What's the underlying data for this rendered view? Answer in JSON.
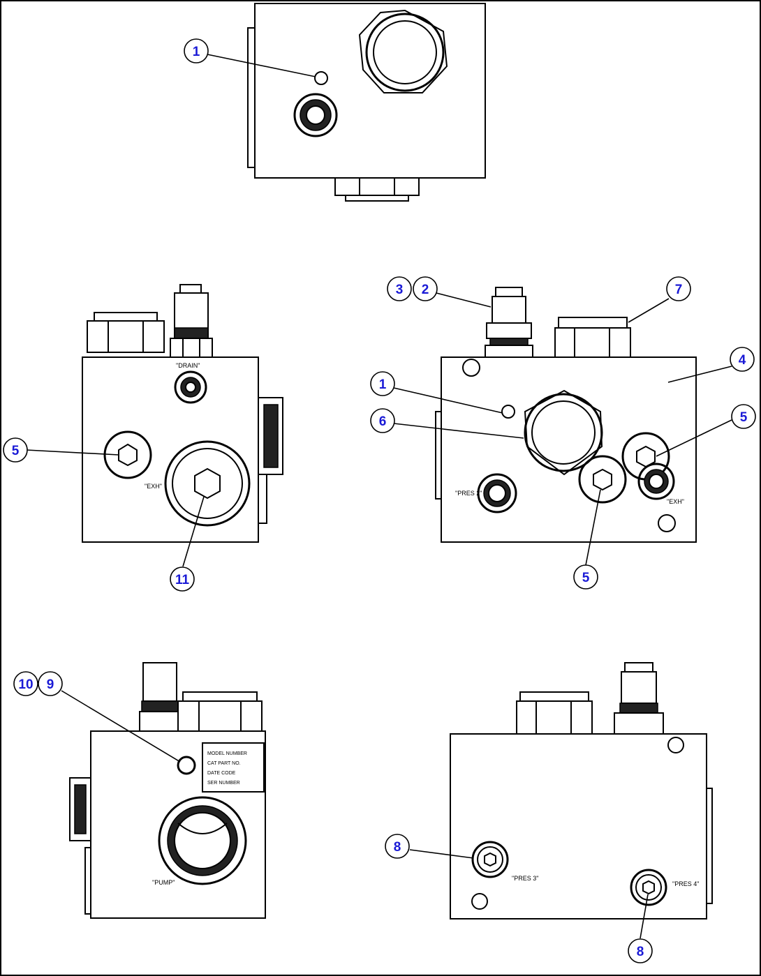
{
  "port_labels": {
    "top_view": [],
    "left_view": [
      "\"DRAIN\"",
      "\"EXH\""
    ],
    "right_view": [
      "\"PRES 2\"",
      "\"EXH\""
    ],
    "bottom_left_view": [
      "\"PUMP\""
    ],
    "bottom_right_view": [
      "\"PRES 3\"",
      "\"PRES 4\""
    ]
  },
  "nameplate_lines": [
    "MODEL  NUMBER",
    "CAT  PART NO.",
    "DATE  CODE",
    "SER  NUMBER"
  ],
  "callouts": [
    {
      "id": "c-top-1",
      "label": "1"
    },
    {
      "id": "c-left-5",
      "label": "5"
    },
    {
      "id": "c-left-11",
      "label": "11"
    },
    {
      "id": "c-right-3",
      "label": "3"
    },
    {
      "id": "c-right-2",
      "label": "2"
    },
    {
      "id": "c-right-7",
      "label": "7"
    },
    {
      "id": "c-right-4",
      "label": "4"
    },
    {
      "id": "c-right-1",
      "label": "1"
    },
    {
      "id": "c-right-6",
      "label": "6"
    },
    {
      "id": "c-right-5a",
      "label": "5"
    },
    {
      "id": "c-right-5b",
      "label": "5"
    },
    {
      "id": "c-bl-10",
      "label": "10"
    },
    {
      "id": "c-bl-9",
      "label": "9"
    },
    {
      "id": "c-br-8a",
      "label": "8"
    },
    {
      "id": "c-br-8b",
      "label": "8"
    }
  ],
  "colors": {
    "callout_text": "#1a1ad6",
    "line": "#000000",
    "background": "#ffffff"
  }
}
